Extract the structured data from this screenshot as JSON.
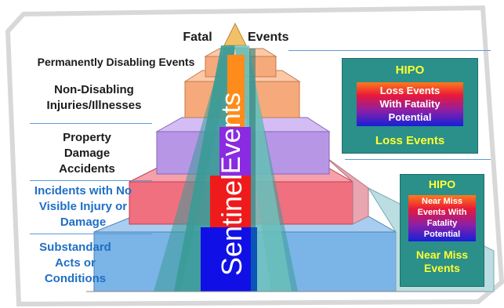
{
  "top_labels": {
    "left": "Fatal",
    "right": "Events"
  },
  "levels": {
    "permanently_disabling": "Permanently Disabling Events",
    "non_disabling": [
      "Non-Disabling",
      "Injuries/Illnesses"
    ],
    "property_damage": [
      "Property",
      "Damage",
      "Accidents"
    ],
    "incidents": [
      "Incidents with No",
      "Visible Injury or",
      "Damage"
    ],
    "substandard": [
      "Substandard",
      "Acts or",
      "Conditions"
    ]
  },
  "pyramid_text": {
    "upper": "Events",
    "lower": "Sentinel"
  },
  "hipo_loss": {
    "title": "HIPO",
    "lines": [
      "Loss Events",
      "With Fatality",
      "Potential"
    ],
    "footer": "Loss Events"
  },
  "hipo_near_miss": {
    "title": "HIPO",
    "lines": [
      "Near Miss",
      "Events With",
      "Fatality",
      "Potential"
    ],
    "footer": [
      "Near Miss",
      "Events"
    ]
  },
  "colors": {
    "tier_orange": "#f6a97a",
    "tier_purple": "#b896e6",
    "tier_red": "#f07080",
    "tier_blue": "#7bb4e6",
    "center_teal": "#3a9b97",
    "hipo_box": "#2b8f8a",
    "hipo_text": "#ffff33",
    "label_blue": "#1f6fc5"
  }
}
